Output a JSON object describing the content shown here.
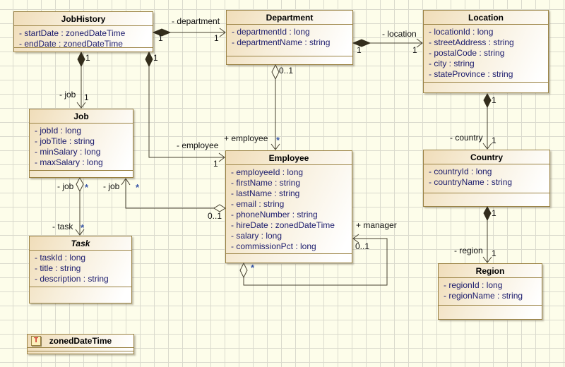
{
  "classes": {
    "jobHistory": {
      "name": "JobHistory",
      "attributes": [
        "- startDate : zonedDateTime",
        "- endDate : zonedDateTime"
      ]
    },
    "department": {
      "name": "Department",
      "attributes": [
        "- departmentId : long",
        "- departmentName : string"
      ]
    },
    "location": {
      "name": "Location",
      "attributes": [
        "- locationId : long",
        "- streetAddress : string",
        "- postalCode : string",
        "- city : string",
        "- stateProvince : string"
      ]
    },
    "job": {
      "name": "Job",
      "attributes": [
        "- jobId : long",
        "- jobTitle : string",
        "- minSalary : long",
        "- maxSalary : long"
      ]
    },
    "employee": {
      "name": "Employee",
      "attributes": [
        "- employeeId : long",
        "- firstName : string",
        "- lastName : string",
        "- email : string",
        "- phoneNumber : string",
        "- hireDate : zonedDateTime",
        "- salary : long",
        "- commissionPct : long"
      ]
    },
    "country": {
      "name": "Country",
      "attributes": [
        "- countryId : long",
        "- countryName : string"
      ]
    },
    "region": {
      "name": "Region",
      "attributes": [
        "- regionId : long",
        "- regionName : string"
      ]
    },
    "task": {
      "name": "Task",
      "attributes": [
        "- taskId : long",
        "- title : string",
        "- description : string"
      ]
    }
  },
  "datatype": {
    "name": "zonedDateTime",
    "icon_letter": "T"
  },
  "associations": {
    "jobhistory_department": {
      "role": "- department",
      "m1": "1",
      "m2": "1"
    },
    "department_location": {
      "role": "- location",
      "m1": "1",
      "m2": "1"
    },
    "department_employee": {
      "role": "+ employee",
      "m1": "0..1",
      "m2": "*"
    },
    "jobhistory_job": {
      "role": "- job",
      "m1": "1",
      "m2": "1"
    },
    "jobhistory_employee": {
      "role": "- employee",
      "m1": "1",
      "m2": "1"
    },
    "employee_job": {
      "role": "- job",
      "m1": "0..1",
      "m2": "*"
    },
    "job_task": {
      "role_source": "- job",
      "m1": "*",
      "role_target": "- task",
      "m2": "*"
    },
    "location_country": {
      "role": "- country",
      "m1": "1",
      "m2": "1"
    },
    "country_region": {
      "role": "- region",
      "m1": "1",
      "m2": "1"
    },
    "employee_manager": {
      "role": "+ manager",
      "m1": "*",
      "m2": "0..1"
    }
  },
  "colors": {
    "canvas_bg": "#fdfdea",
    "grid_line": "#dadacd",
    "box_border": "#9a8243",
    "attribute_text": "#1c1c6e",
    "line": "#474130",
    "star_multiplicity": "#3a57a7",
    "datatype_letter": "#cc2222"
  }
}
